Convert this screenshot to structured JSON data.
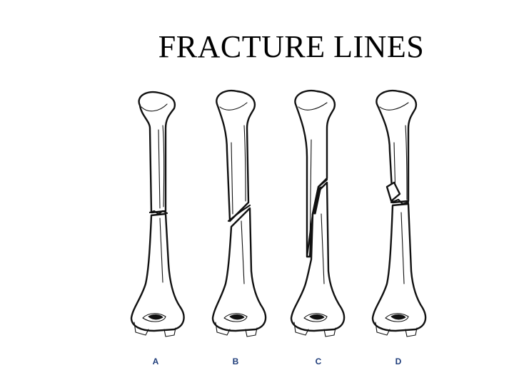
{
  "slide": {
    "title": "FRACTURE LINES"
  },
  "bones": [
    {
      "label": "A"
    },
    {
      "label": "B"
    },
    {
      "label": "C"
    },
    {
      "label": "D"
    }
  ]
}
